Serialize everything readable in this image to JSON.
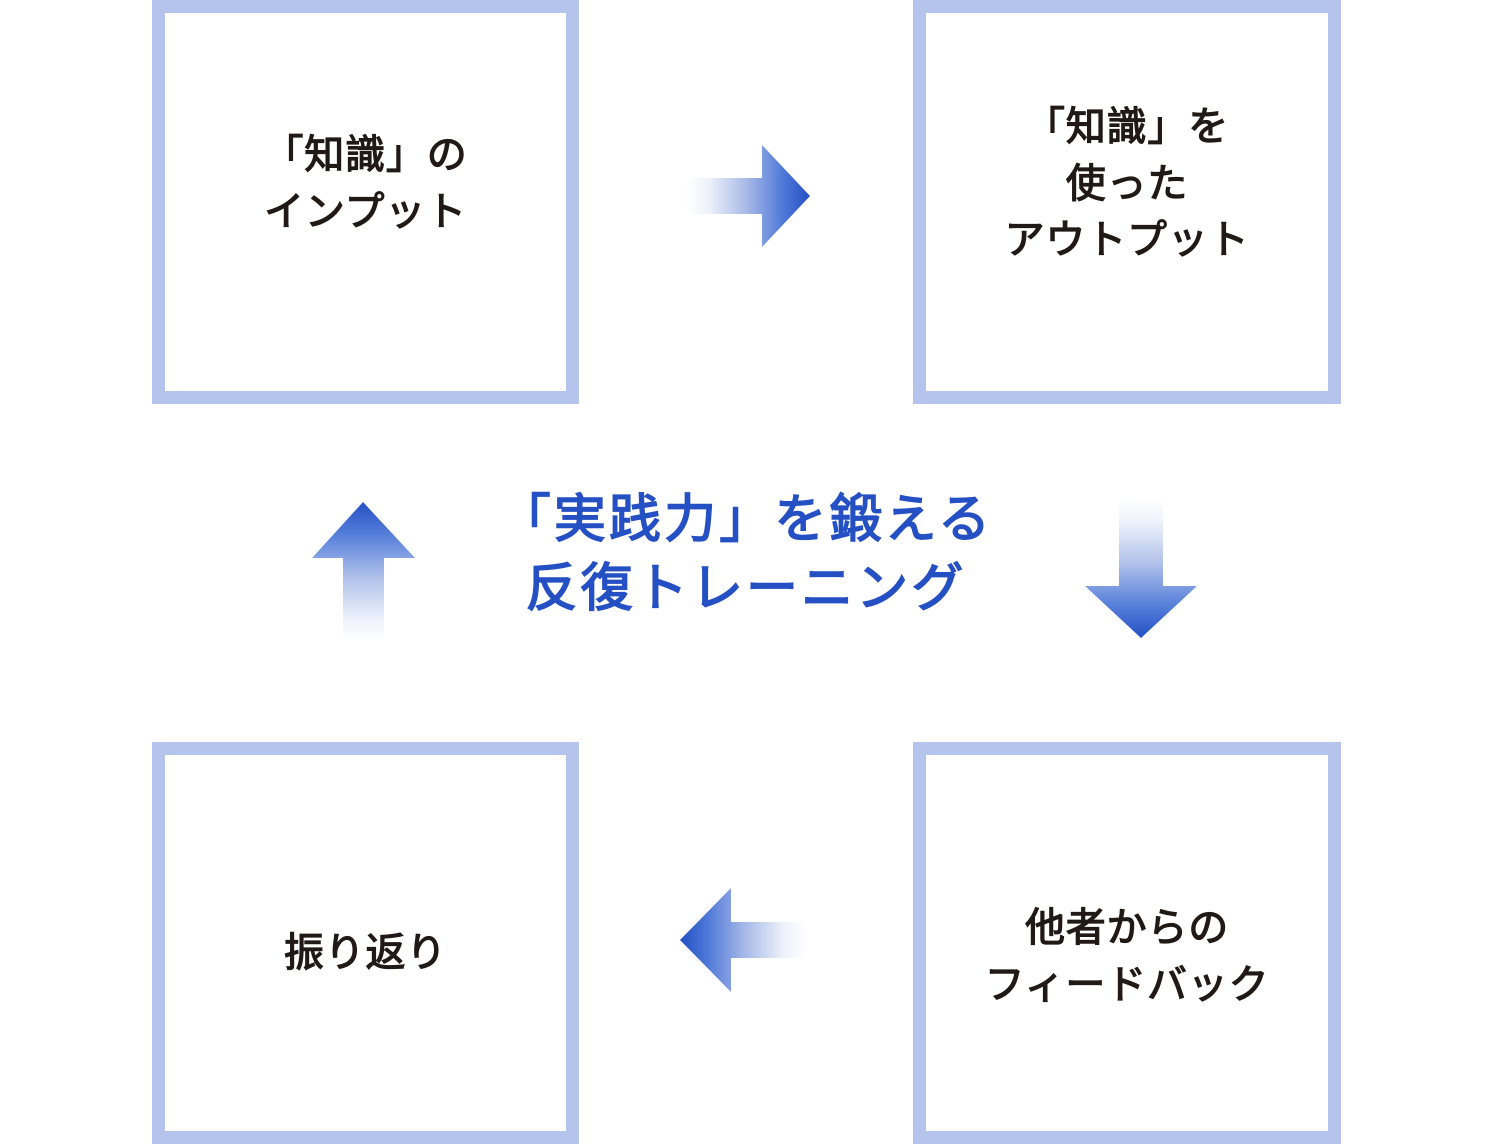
{
  "diagram": {
    "title_text": "「実践力」を鍛える\n反復トレーニング",
    "colors": {
      "box_border": "#b4c4ec",
      "box_fill": "#ffffff",
      "label_text": "#211915",
      "caption_text": "#2450c4",
      "arrow_dark": "#2450c4",
      "arrow_light": "#ffffff",
      "background": "#ffffff"
    },
    "boxes": [
      {
        "id": "knowledge-input",
        "position": "top-left",
        "label": "「知識」の\nインプット"
      },
      {
        "id": "knowledge-output",
        "position": "top-right",
        "label": "「知識」を\n使った\nアウトプット"
      },
      {
        "id": "feedback",
        "position": "bottom-right",
        "label": "他者からの\nフィードバック"
      },
      {
        "id": "reflection",
        "position": "bottom-left",
        "label": "振り返り"
      }
    ],
    "arrows": [
      {
        "id": "arrow-input-to-output",
        "direction": "right",
        "from": "knowledge-input",
        "to": "knowledge-output"
      },
      {
        "id": "arrow-output-to-feedback",
        "direction": "down",
        "from": "knowledge-output",
        "to": "feedback"
      },
      {
        "id": "arrow-feedback-to-reflection",
        "direction": "left",
        "from": "feedback",
        "to": "reflection"
      },
      {
        "id": "arrow-reflection-to-input",
        "direction": "up",
        "from": "reflection",
        "to": "knowledge-input"
      }
    ]
  }
}
